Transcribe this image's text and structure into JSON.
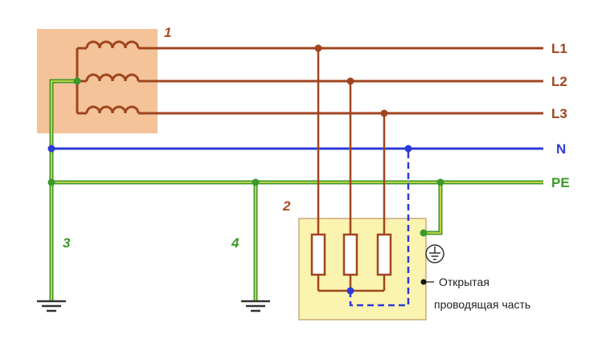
{
  "colors": {
    "phase": "#a0451f",
    "neutral": "#2b3bd6",
    "pe_green": "#3a9a2a",
    "pe_yellow": "#e6e04a",
    "source_box": "#f4c39a",
    "load_box": "#fbf3b0",
    "load_border": "#c9a97a",
    "number_red": "#b0461f",
    "number_green": "#3a9a2a"
  },
  "lines": {
    "l1": "L1",
    "l2": "L2",
    "l3": "L3",
    "n": "N",
    "pe": "PE"
  },
  "numbers": {
    "source": "1",
    "load": "2",
    "ground_source": "3",
    "ground_repeat": "4"
  },
  "annotation": {
    "line1": "Открытая",
    "line2": "проводящая часть"
  },
  "icons": {
    "ground": "ground-icon",
    "earth": "earth-icon",
    "coil": "coil-icon"
  }
}
